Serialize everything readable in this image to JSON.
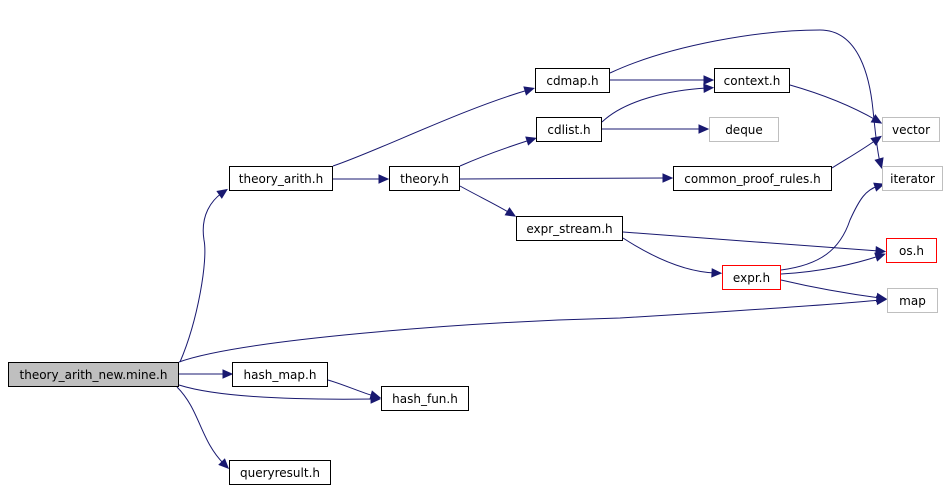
{
  "graph": {
    "colors": {
      "edge": "#191970",
      "root_fill": "#bfbfbf",
      "external_border": "#bfbfbf",
      "missing_border": "#ff0000"
    },
    "nodes": [
      {
        "id": "theory_arith_new_mine",
        "label": "theory_arith_new.mine.h",
        "style": "root"
      },
      {
        "id": "theory_arith",
        "label": "theory_arith.h",
        "style": "normal"
      },
      {
        "id": "theory",
        "label": "theory.h",
        "style": "normal"
      },
      {
        "id": "cdmap",
        "label": "cdmap.h",
        "style": "normal"
      },
      {
        "id": "cdlist",
        "label": "cdlist.h",
        "style": "normal"
      },
      {
        "id": "context",
        "label": "context.h",
        "style": "normal"
      },
      {
        "id": "deque",
        "label": "deque",
        "style": "external"
      },
      {
        "id": "vector",
        "label": "vector",
        "style": "external"
      },
      {
        "id": "iterator",
        "label": "iterator",
        "style": "external"
      },
      {
        "id": "common_proof_rules",
        "label": "common_proof_rules.h",
        "style": "normal"
      },
      {
        "id": "expr_stream",
        "label": "expr_stream.h",
        "style": "normal"
      },
      {
        "id": "os",
        "label": "os.h",
        "style": "missing"
      },
      {
        "id": "expr",
        "label": "expr.h",
        "style": "missing"
      },
      {
        "id": "map",
        "label": "map",
        "style": "external"
      },
      {
        "id": "hash_map",
        "label": "hash_map.h",
        "style": "normal"
      },
      {
        "id": "hash_fun",
        "label": "hash_fun.h",
        "style": "normal"
      },
      {
        "id": "queryresult",
        "label": "queryresult.h",
        "style": "normal"
      }
    ],
    "edges": [
      {
        "from": "theory_arith_new_mine",
        "to": "theory_arith"
      },
      {
        "from": "theory_arith_new_mine",
        "to": "map"
      },
      {
        "from": "theory_arith_new_mine",
        "to": "hash_map"
      },
      {
        "from": "theory_arith_new_mine",
        "to": "hash_fun"
      },
      {
        "from": "theory_arith_new_mine",
        "to": "queryresult"
      },
      {
        "from": "theory_arith",
        "to": "cdmap"
      },
      {
        "from": "theory_arith",
        "to": "theory"
      },
      {
        "from": "theory",
        "to": "cdlist"
      },
      {
        "from": "theory",
        "to": "common_proof_rules"
      },
      {
        "from": "theory",
        "to": "expr_stream"
      },
      {
        "from": "cdmap",
        "to": "context"
      },
      {
        "from": "cdmap",
        "to": "iterator"
      },
      {
        "from": "cdlist",
        "to": "context"
      },
      {
        "from": "cdlist",
        "to": "deque"
      },
      {
        "from": "context",
        "to": "vector"
      },
      {
        "from": "common_proof_rules",
        "to": "vector"
      },
      {
        "from": "expr_stream",
        "to": "os"
      },
      {
        "from": "expr_stream",
        "to": "expr"
      },
      {
        "from": "expr",
        "to": "iterator"
      },
      {
        "from": "expr",
        "to": "os"
      },
      {
        "from": "expr",
        "to": "map"
      },
      {
        "from": "hash_map",
        "to": "hash_fun"
      }
    ]
  }
}
